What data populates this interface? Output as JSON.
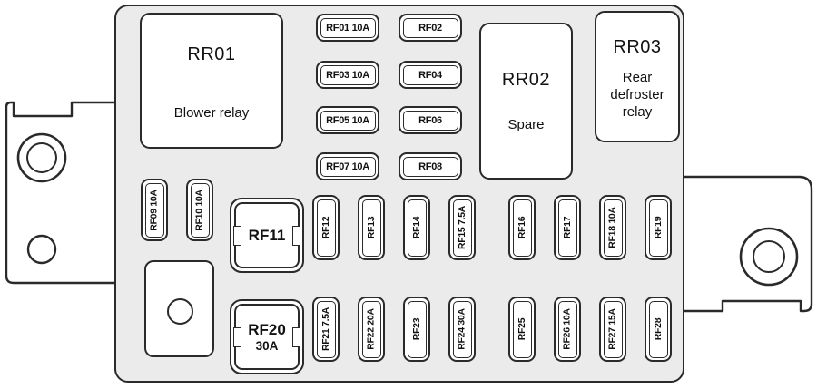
{
  "diagram_type": "fuse-box-diagram",
  "colors": {
    "panel_fill": "#ebebeb",
    "outline": "#2a2a2a",
    "box_fill": "#ffffff",
    "text": "#111111",
    "background": "#ffffff"
  },
  "relays": {
    "RR01": {
      "code": "RR01",
      "name": "Blower relay"
    },
    "RR02": {
      "code": "RR02",
      "name": "Spare"
    },
    "RR03": {
      "code": "RR03",
      "name": "Rear defroster relay"
    }
  },
  "relay_modules": {
    "RF11": {
      "code": "RF11",
      "rating": ""
    },
    "RF20": {
      "code": "RF20",
      "rating": "30A"
    }
  },
  "fuses": {
    "RF01": "RF01 10A",
    "RF02": "RF02",
    "RF03": "RF03 10A",
    "RF04": "RF04",
    "RF05": "RF05 10A",
    "RF06": "RF06",
    "RF07": "RF07 10A",
    "RF08": "RF08",
    "RF09": "RF09 10A",
    "RF10": "RF10 10A",
    "RF12": "RF12",
    "RF13": "RF13",
    "RF14": "RF14",
    "RF15": "RF15 7.5A",
    "RF16": "RF16",
    "RF17": "RF17",
    "RF18": "RF18 10A",
    "RF19": "RF19",
    "RF21": "RF21 7.5A",
    "RF22": "RF22 20A",
    "RF23": "RF23",
    "RF24": "RF24 30A",
    "RF25": "RF25",
    "RF26": "RF26 10A",
    "RF27": "RF27 15A",
    "RF28": "RF28"
  }
}
